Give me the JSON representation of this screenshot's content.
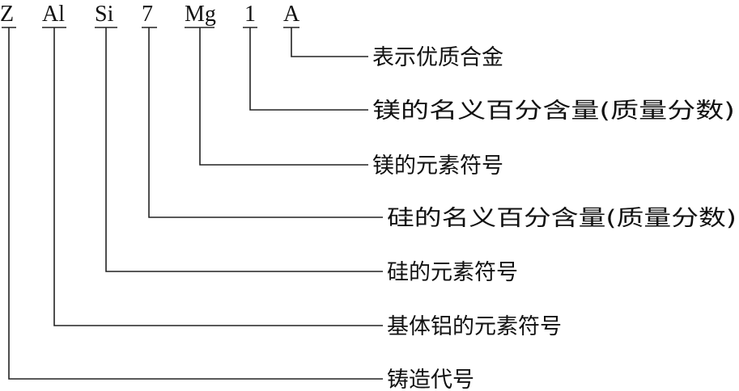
{
  "designation": {
    "parts": [
      {
        "key": "zhu",
        "text": "Z",
        "label": "铸造代号"
      },
      {
        "key": "al",
        "text": "Al",
        "label": "基体铝的元素符号"
      },
      {
        "key": "si",
        "text": "Si",
        "label": "硅的元素符号"
      },
      {
        "key": "si-content",
        "text": "7",
        "label": "硅的名义百分含量(质量分数)"
      },
      {
        "key": "mg",
        "text": "Mg",
        "label": "镁的元素符号"
      },
      {
        "key": "mg-content",
        "text": "1",
        "label": "镁的名义百分含量(质量分数)"
      },
      {
        "key": "quality",
        "text": "A",
        "label": "表示优质合金"
      }
    ]
  }
}
